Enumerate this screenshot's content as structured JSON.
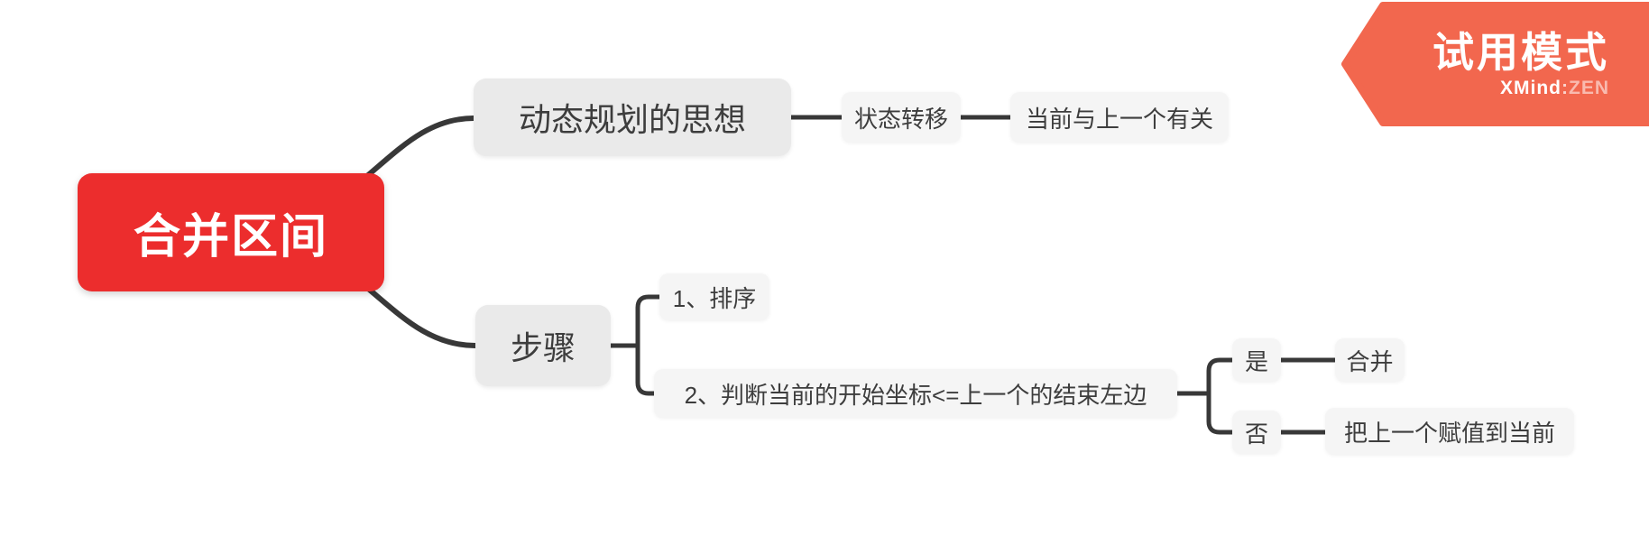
{
  "badge": {
    "title": "试用模式",
    "brand": {
      "name": "XMind",
      "separator": ":",
      "edition": "ZEN"
    }
  },
  "mindmap": {
    "root": {
      "label": "合并区间"
    },
    "branches": [
      {
        "label": "动态规划的思想",
        "children": [
          {
            "label": "状态转移",
            "children": [
              {
                "label": "当前与上一个有关"
              }
            ]
          }
        ]
      },
      {
        "label": "步骤",
        "children": [
          {
            "label": "1、排序"
          },
          {
            "label": "2、判断当前的开始坐标<=上一个的结束左边",
            "children": [
              {
                "label": "是",
                "children": [
                  {
                    "label": "合并"
                  }
                ]
              },
              {
                "label": "否",
                "children": [
                  {
                    "label": "把上一个赋值到当前"
                  }
                ]
              }
            ]
          }
        ]
      }
    ]
  },
  "colors": {
    "root_bg": "#ec2d2d",
    "root_fg": "#ffffff",
    "branch_bg": "#eaeaea",
    "leaf_bg": "#f5f5f5",
    "text": "#3d3d3d",
    "line": "#383838",
    "badge_bg": "#f2674e"
  }
}
